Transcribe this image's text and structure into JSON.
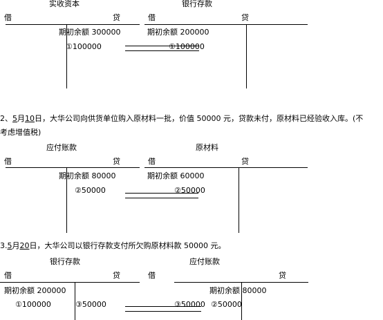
{
  "debit": "借",
  "credit": "贷",
  "sec1": {
    "acct_left": "实收资本",
    "acct_right": "银行存款",
    "left_opening": "期初余额 300000",
    "right_opening": "期初余额 200000",
    "left_entry": "①100000",
    "right_entry": "①100000"
  },
  "q2": {
    "num": "2、",
    "month": "5",
    "m_unit": "月",
    "day": "10",
    "text": "日，大华公司向供货单位购入原材料一批，价值 50000 元，贷款未付，原材料已经验收入库。(不",
    "line2": "考虑增值税)"
  },
  "sec2": {
    "acct_left": "应付账款",
    "acct_right": "原材料",
    "left_opening": "期初余额 80000",
    "right_opening": "期初余额 60000",
    "left_entry": "②50000",
    "right_entry": "②50000"
  },
  "q3": {
    "num": "3.",
    "month": "5",
    "m_unit": "月",
    "day": "20",
    "text": "日，大华公司以银行存款支付所欠购原材料款 50000 元。"
  },
  "sec3": {
    "acct_left": "银行存款",
    "acct_right": "应付账款",
    "left_opening": "期初余额 200000",
    "right_opening": "期初余额 80000",
    "left_entry1": "①100000",
    "left_entry2": "③50000",
    "right_entry1": "③50000",
    "right_entry2": "②50000"
  }
}
